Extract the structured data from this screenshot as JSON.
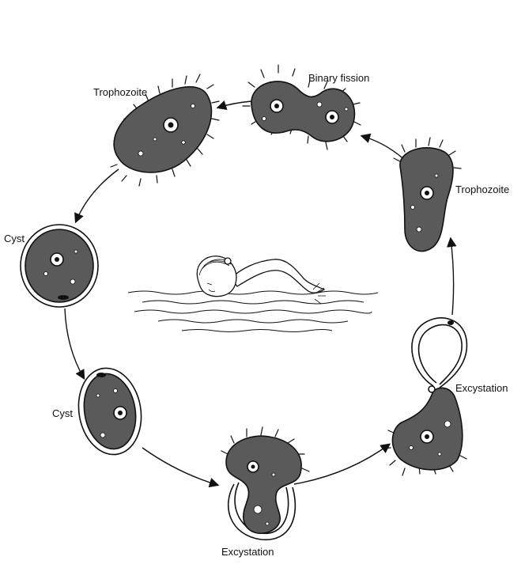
{
  "labels": {
    "trophozoite_top_left": "Trophozoite",
    "binary_fission": "Binary fission",
    "trophozoite_right": "Trophozoite",
    "cyst_left": "Cyst",
    "cyst_lower_left": "Cyst",
    "excystation_right": "Excystation",
    "excystation_bottom": "Excystation"
  }
}
